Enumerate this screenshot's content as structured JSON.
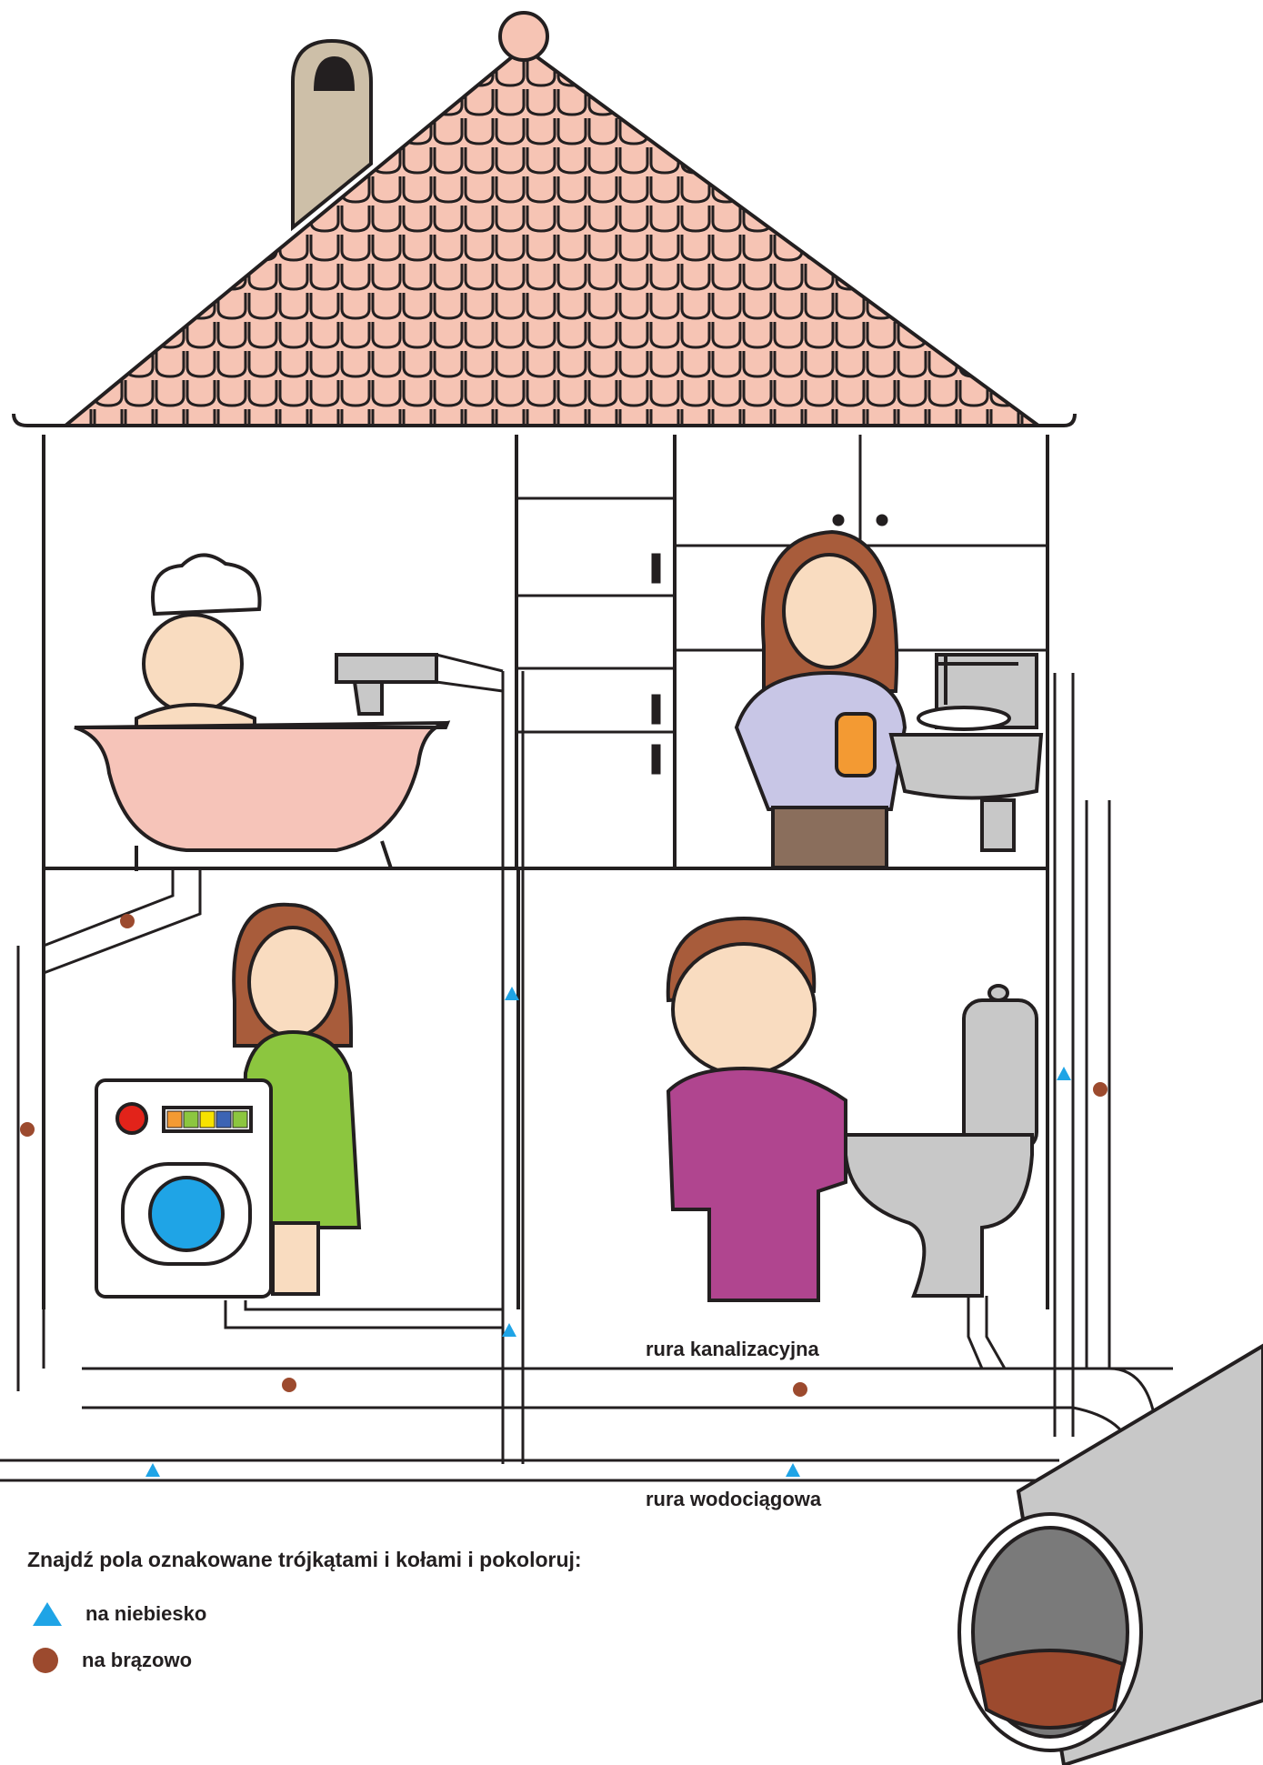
{
  "labels": {
    "sewer_pipe": "rura kanalizacyjna",
    "water_pipe": "rura wodociągowa"
  },
  "instruction": "Znajdź pola oznakowane trójkątami i kołami i pokoloruj:",
  "legend": [
    {
      "shape": "triangle",
      "color": "#1fa4e6",
      "text": "na niebiesko"
    },
    {
      "shape": "circle",
      "color": "#9c4a2e",
      "text": "na brązowo"
    }
  ],
  "colors": {
    "roof": "#f6c4b4",
    "chimney": "#cdbfa8",
    "bathtub": "#f6c4b9",
    "fixtures": "#c8c8c8",
    "pipe": "#ffffff",
    "marker_blue": "#1fa4e6",
    "marker_brown": "#9c4a2e"
  },
  "icons": [
    "house-illustration",
    "triangle-marker",
    "circle-marker",
    "sewer-tunnel"
  ]
}
